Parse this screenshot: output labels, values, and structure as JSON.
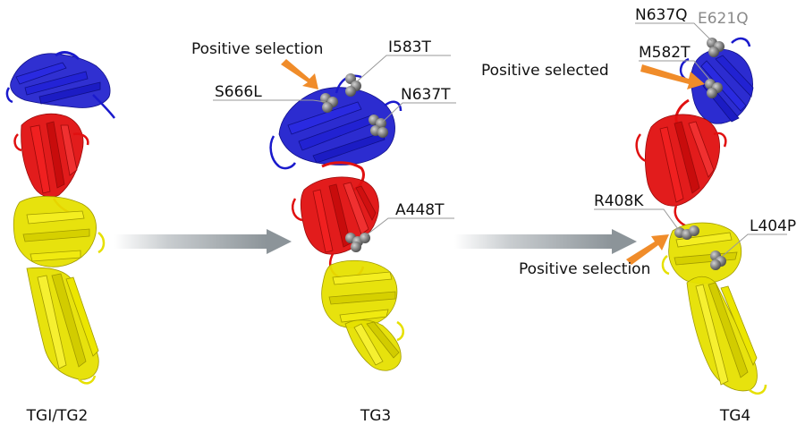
{
  "structures": [
    {
      "caption": "TGI/TG2"
    },
    {
      "caption": "TG3"
    },
    {
      "caption": "TG4"
    }
  ],
  "mutations": {
    "tg3": [
      "S666L",
      "I583T",
      "N637T",
      "A448T"
    ],
    "tg4": [
      "N637Q",
      "E621Q",
      "M582T",
      "R408K",
      "L404P"
    ]
  },
  "annotations": {
    "tg3_positive": "Positive selection",
    "tg4_positive_selected": "Positive selected",
    "tg4_positive_selection": "Positive selection"
  },
  "colors": {
    "domain_top": "#1a1acc",
    "domain_middle": "#e01010",
    "domain_bottom": "#e6e000",
    "residue_sphere": "#7d7d7d",
    "annotation_arrow": "#f08c2a",
    "transition_arrow": "#8c9499",
    "muted_label": "#8a8a8a"
  }
}
